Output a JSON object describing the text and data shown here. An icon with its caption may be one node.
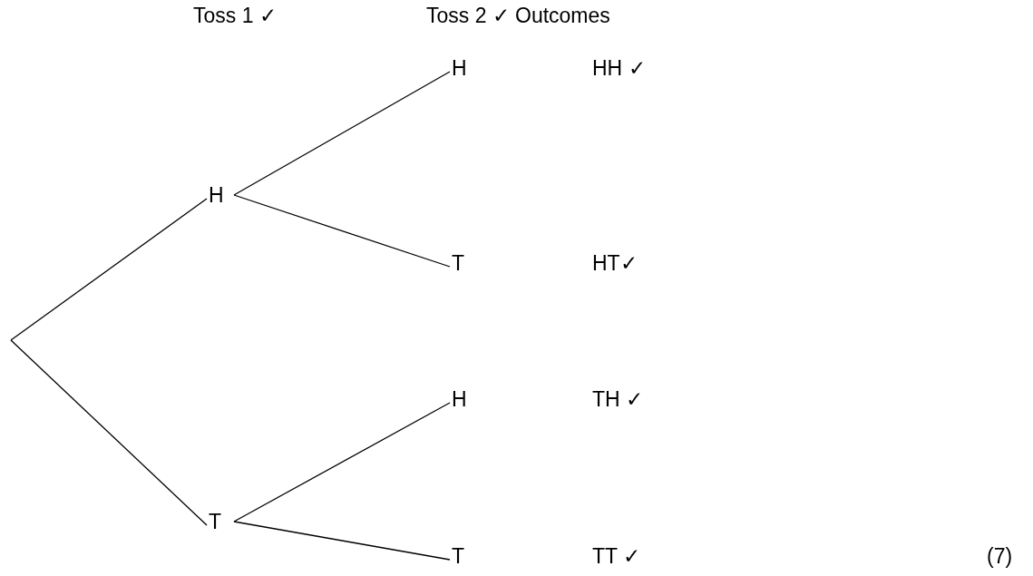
{
  "diagram": {
    "nodes": [
      {
        "text": [
          "H"
        ]
      },
      {
        "text": [
          "T"
        ]
      },
      {
        "text": [
          "H"
        ]
      },
      {
        "text": [
          "T"
        ]
      },
      {
        "text": [
          "H"
        ]
      },
      {
        "text": [
          "T"
        ]
      }
    ],
    "edges": [
      {
        "from": null,
        "to": 0,
        "arrow": "none"
      },
      {
        "from": null,
        "to": 1,
        "arrow": "none"
      },
      {
        "from": 0,
        "to": 2,
        "arrow": "none"
      },
      {
        "from": 0,
        "to": 3,
        "arrow": "none"
      },
      {
        "from": 1,
        "to": 4,
        "arrow": "none"
      },
      {
        "from": 1,
        "to": 5,
        "arrow": "none"
      }
    ],
    "labels": [
      "Toss 1 ✓",
      "Toss 2 ✓",
      "Outcomes",
      "HH ✓",
      "HT✓",
      "TH ✓",
      "TT ✓",
      "(7)"
    ]
  }
}
